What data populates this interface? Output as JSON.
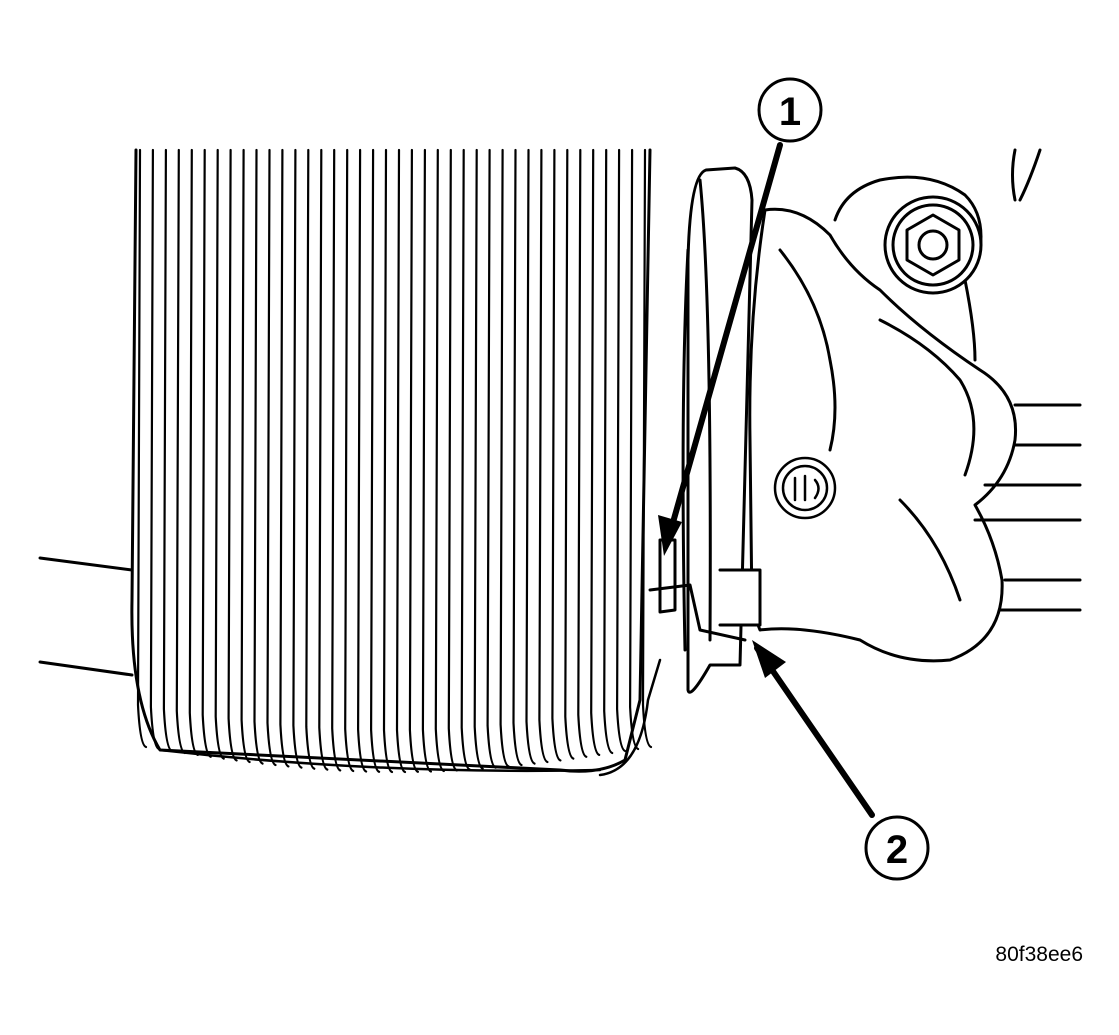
{
  "callouts": [
    {
      "label": "1"
    },
    {
      "label": "2"
    }
  ],
  "figure_id": "80f38ee6",
  "colors": {
    "ink": "#000000",
    "paper": "#ffffff"
  }
}
